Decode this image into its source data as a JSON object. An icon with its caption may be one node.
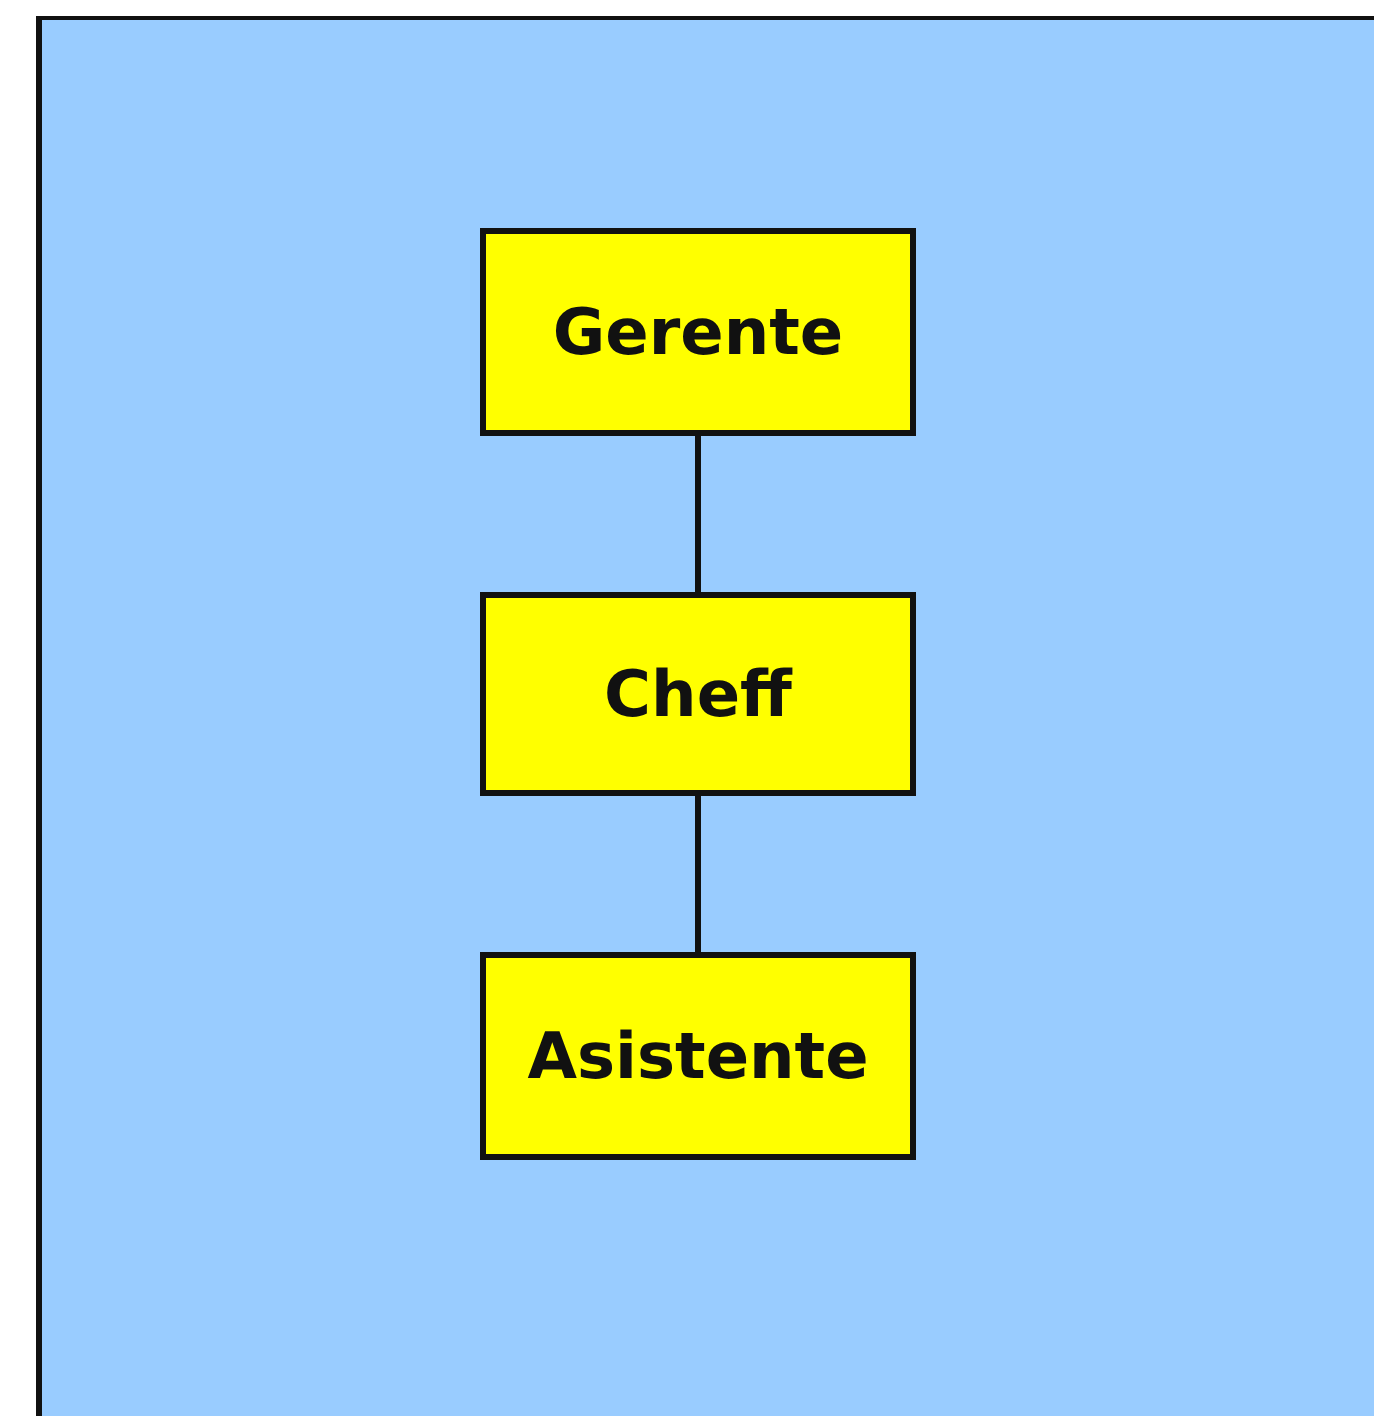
{
  "diagram": {
    "nodes": [
      {
        "text": [
          "Gerente"
        ]
      },
      {
        "text": [
          "Cheff"
        ]
      },
      {
        "text": [
          "Asistente"
        ]
      }
    ],
    "edges": [
      {
        "from": 0,
        "to": 1,
        "arrow": "none"
      },
      {
        "from": 1,
        "to": 2,
        "arrow": "none"
      }
    ]
  }
}
